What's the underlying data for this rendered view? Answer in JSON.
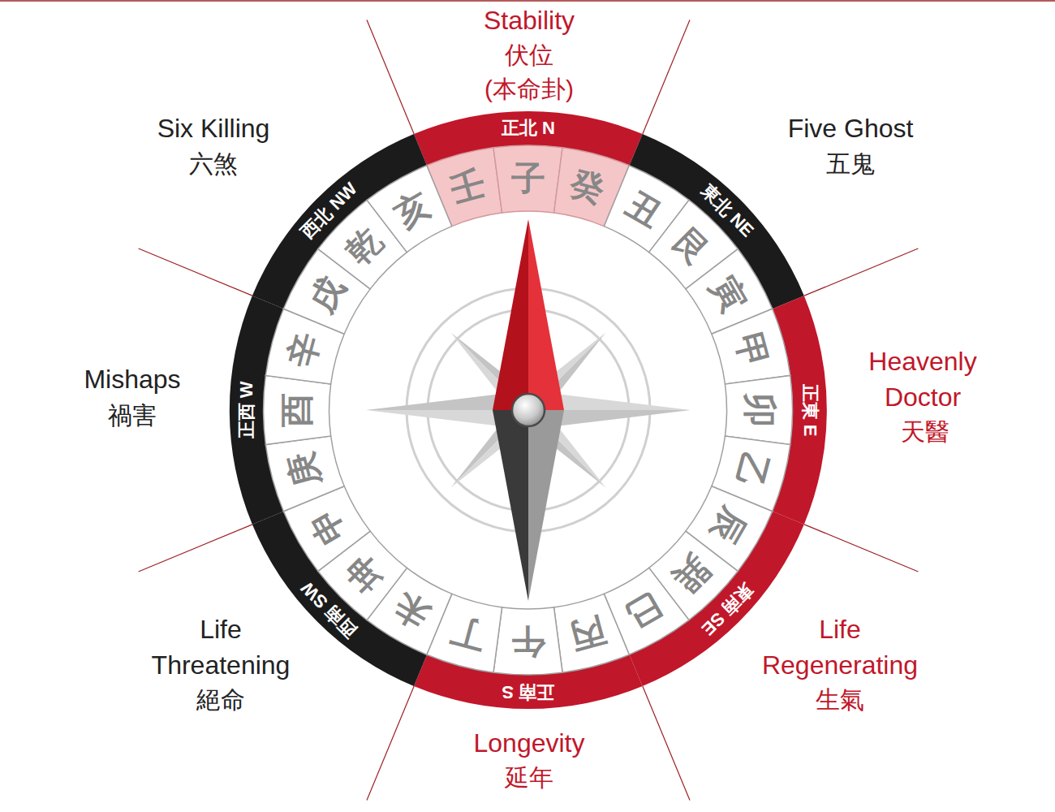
{
  "diagram": {
    "nodes": [
      {
        "text": [
          "正北 N"
        ]
      },
      {
        "text": [
          "東北 NE"
        ]
      },
      {
        "text": [
          "正東 E"
        ]
      },
      {
        "text": [
          "東南 SE"
        ]
      },
      {
        "text": [
          "正南 S"
        ]
      },
      {
        "text": [
          "西南 SW"
        ]
      },
      {
        "text": [
          "正西 W"
        ]
      },
      {
        "text": [
          "西北 NW"
        ]
      },
      {
        "text": [
          "壬"
        ]
      },
      {
        "text": [
          "子"
        ]
      },
      {
        "text": [
          "癸"
        ]
      },
      {
        "text": [
          "丑"
        ]
      },
      {
        "text": [
          "艮"
        ]
      },
      {
        "text": [
          "寅"
        ]
      },
      {
        "text": [
          "甲"
        ]
      },
      {
        "text": [
          "卯"
        ]
      },
      {
        "text": [
          "乙"
        ]
      },
      {
        "text": [
          "辰"
        ]
      },
      {
        "text": [
          "巽"
        ]
      },
      {
        "text": [
          "巳"
        ]
      },
      {
        "text": [
          "丙"
        ]
      },
      {
        "text": [
          "午"
        ]
      },
      {
        "text": [
          "丁"
        ]
      },
      {
        "text": [
          "未"
        ]
      },
      {
        "text": [
          "坤"
        ]
      },
      {
        "text": [
          "申"
        ]
      },
      {
        "text": [
          "庚"
        ]
      },
      {
        "text": [
          "酉"
        ]
      },
      {
        "text": [
          "辛"
        ]
      },
      {
        "text": [
          "戌"
        ]
      },
      {
        "text": [
          "乾"
        ]
      },
      {
        "text": [
          "亥"
        ]
      }
    ],
    "labels": [
      "Stability",
      "伏位",
      "(本命卦)",
      "Five Ghost",
      "五鬼",
      "Six Killing",
      "六煞",
      "Heavenly Doctor",
      "天醫",
      "Mishaps",
      "禍害",
      "Life Regenerating",
      "生氣",
      "Life Threatening",
      "絕命",
      "Longevity",
      "延年"
    ]
  }
}
